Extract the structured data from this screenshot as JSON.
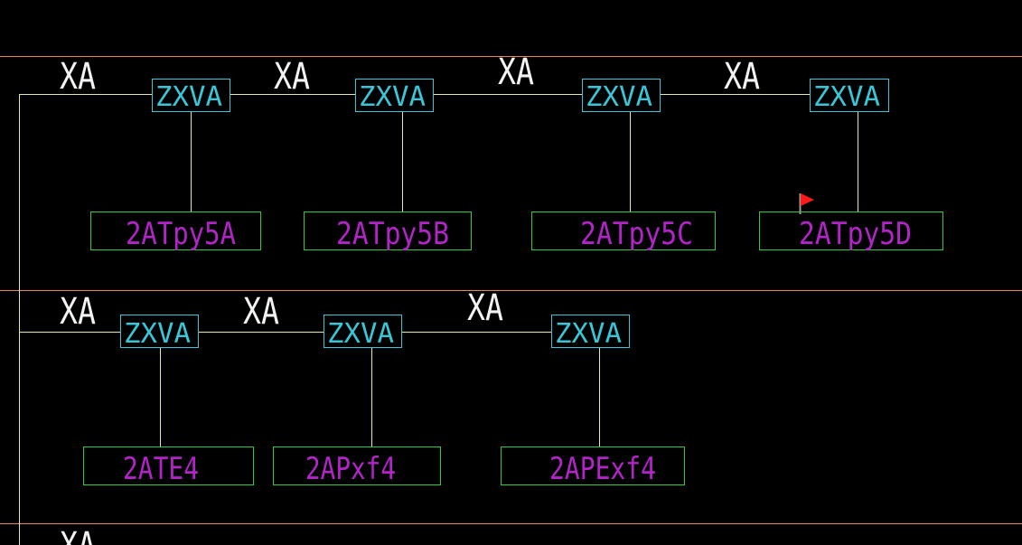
{
  "colors": {
    "background": "#000000",
    "separator": "#e8875c",
    "wire": "#e9e6b5",
    "xa_text": "#f3f3f3",
    "switch_box": "#39c7d8",
    "panel_box": "#2ecb3b",
    "panel_text": "#b224c8",
    "flag": "#ff1a1a"
  },
  "rows": [
    {
      "xa_labels": [
        "XA",
        "XA",
        "XA",
        "XA"
      ],
      "switches": [
        "ZXVA",
        "ZXVA",
        "ZXVA",
        "ZXVA"
      ],
      "panels": [
        "2ATpy5A",
        "2ATpy5B",
        "2ATpy5C",
        "2ATpy5D"
      ]
    },
    {
      "xa_labels": [
        "XA",
        "XA",
        "XA"
      ],
      "switches": [
        "ZXVA",
        "ZXVA",
        "ZXVA"
      ],
      "panels": [
        "2ATE4",
        "2APxf4",
        "2APExf4"
      ]
    },
    {
      "xa_labels": [
        "XA"
      ]
    }
  ],
  "marker": {
    "icon": "flag-icon"
  }
}
